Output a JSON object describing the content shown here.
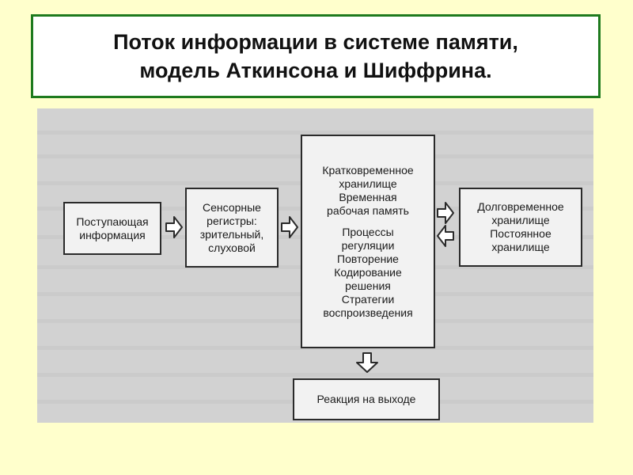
{
  "title": {
    "line1": "Поток информации в системе памяти,",
    "line2": "модель Аткинсона и Шиффрина."
  },
  "diagram": {
    "incoming": [
      "Поступающая",
      "информация"
    ],
    "sensory": [
      "Сенсорные",
      "регистры:",
      "зрительный,",
      "слуховой"
    ],
    "short_term": {
      "top": [
        "Кратковременное",
        "хранилище",
        "Временная",
        "рабочая память"
      ],
      "bottom": [
        "Процессы",
        "регуляции",
        "Повторение",
        "Кодирование",
        "решения",
        "Стратегии",
        "воспроизведения"
      ]
    },
    "long_term": [
      "Долговременное",
      "хранилище",
      "Постоянное",
      "хранилище"
    ],
    "output": [
      "Реакция на выходе"
    ]
  },
  "colors": {
    "slide_background": "#FFFFCC",
    "title_border": "#1E7A1E",
    "scan_background": "#D2D2D2",
    "box_fill": "#F2F2F2",
    "box_border": "#2A2A2A"
  }
}
